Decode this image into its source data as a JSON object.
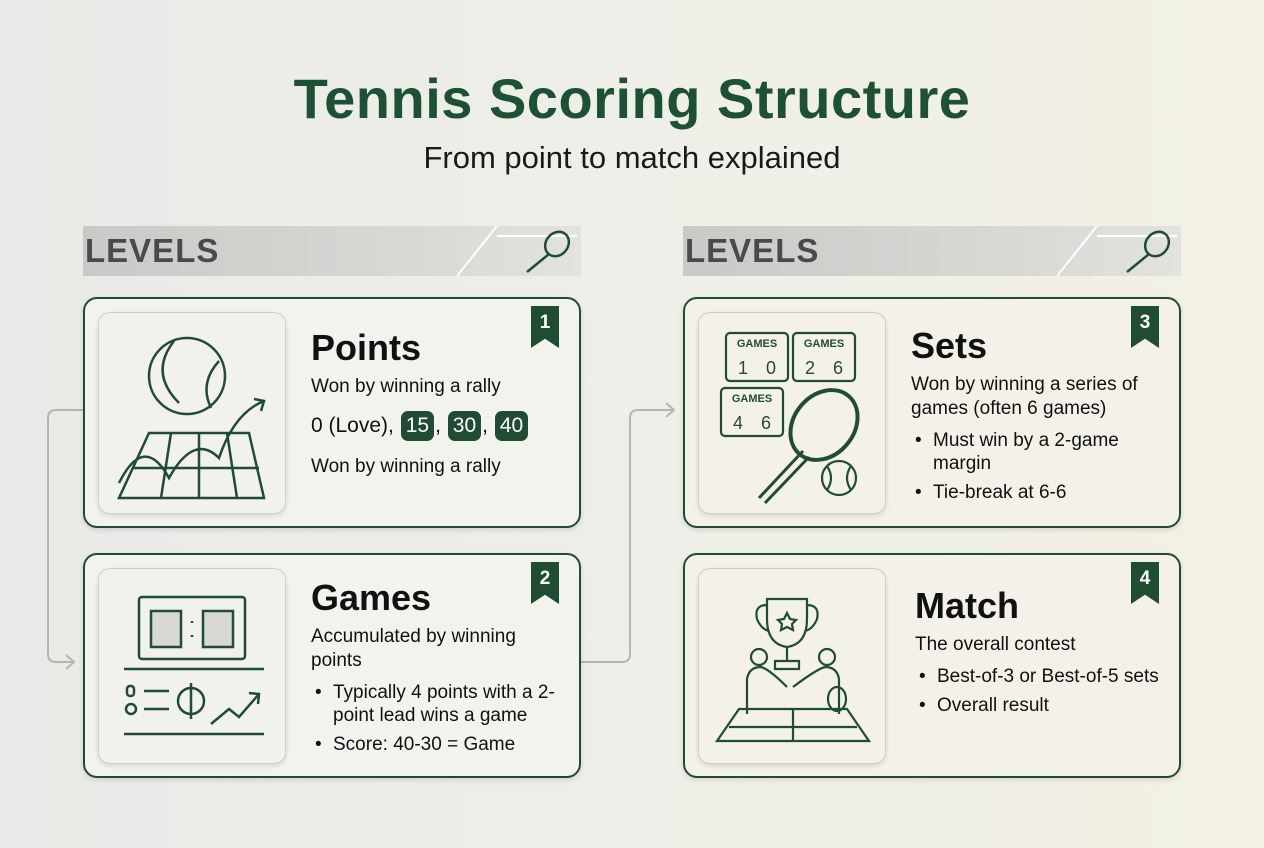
{
  "header": {
    "title": "Tennis Scoring Structure",
    "subtitle": "From point to match explained"
  },
  "levels_label": "LEVELS",
  "accent_color": "#1f4d33",
  "cards": [
    {
      "number": "1",
      "title": "Points",
      "desc": "Won by winning a rally",
      "scores": {
        "love": "0 (Love),",
        "s15": "15",
        "s30": "30",
        "s40": "40",
        "sep": ","
      },
      "note": "Won by winning a rally",
      "icon": "tennis-ball-court-icon"
    },
    {
      "number": "2",
      "title": "Games",
      "desc": "Accumulated by winning points",
      "bullets": [
        "Typically 4 points with a 2-point lead wins a game",
        "Score: 40-30 = Game"
      ],
      "icon": "scoreboard-icon"
    },
    {
      "number": "3",
      "title": "Sets",
      "desc": "Won by winning a series of games (often 6 games)",
      "bullets": [
        "Must win by a 2-game margin",
        "Tie-break at 6-6"
      ],
      "icon": "racket-scoreboards-icon",
      "boards": [
        {
          "label": "GAMES",
          "a": "1",
          "b": "0"
        },
        {
          "label": "GAMES",
          "a": "2",
          "b": "6"
        },
        {
          "label": "GAMES",
          "a": "4",
          "b": "6"
        }
      ]
    },
    {
      "number": "4",
      "title": "Match",
      "desc": "The overall contest",
      "bullets": [
        "Best-of-3 or Best-of-5 sets",
        "Overall result"
      ],
      "icon": "trophy-handshake-icon"
    }
  ]
}
